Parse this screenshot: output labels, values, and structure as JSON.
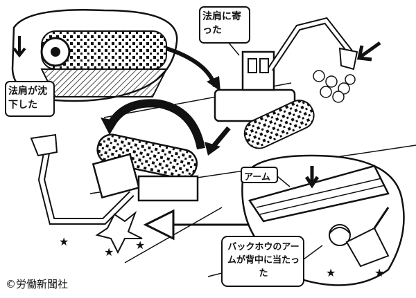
{
  "labels": {
    "slope_subsided": "法肩が沈下した",
    "near_shoulder": "法肩に寄った",
    "arm": "アーム",
    "hit_back": "バックホウのアームが背中に当たった",
    "copyright": "©労働新聞社"
  },
  "colors": {
    "ink": "#111111",
    "paper": "#ffffff"
  }
}
